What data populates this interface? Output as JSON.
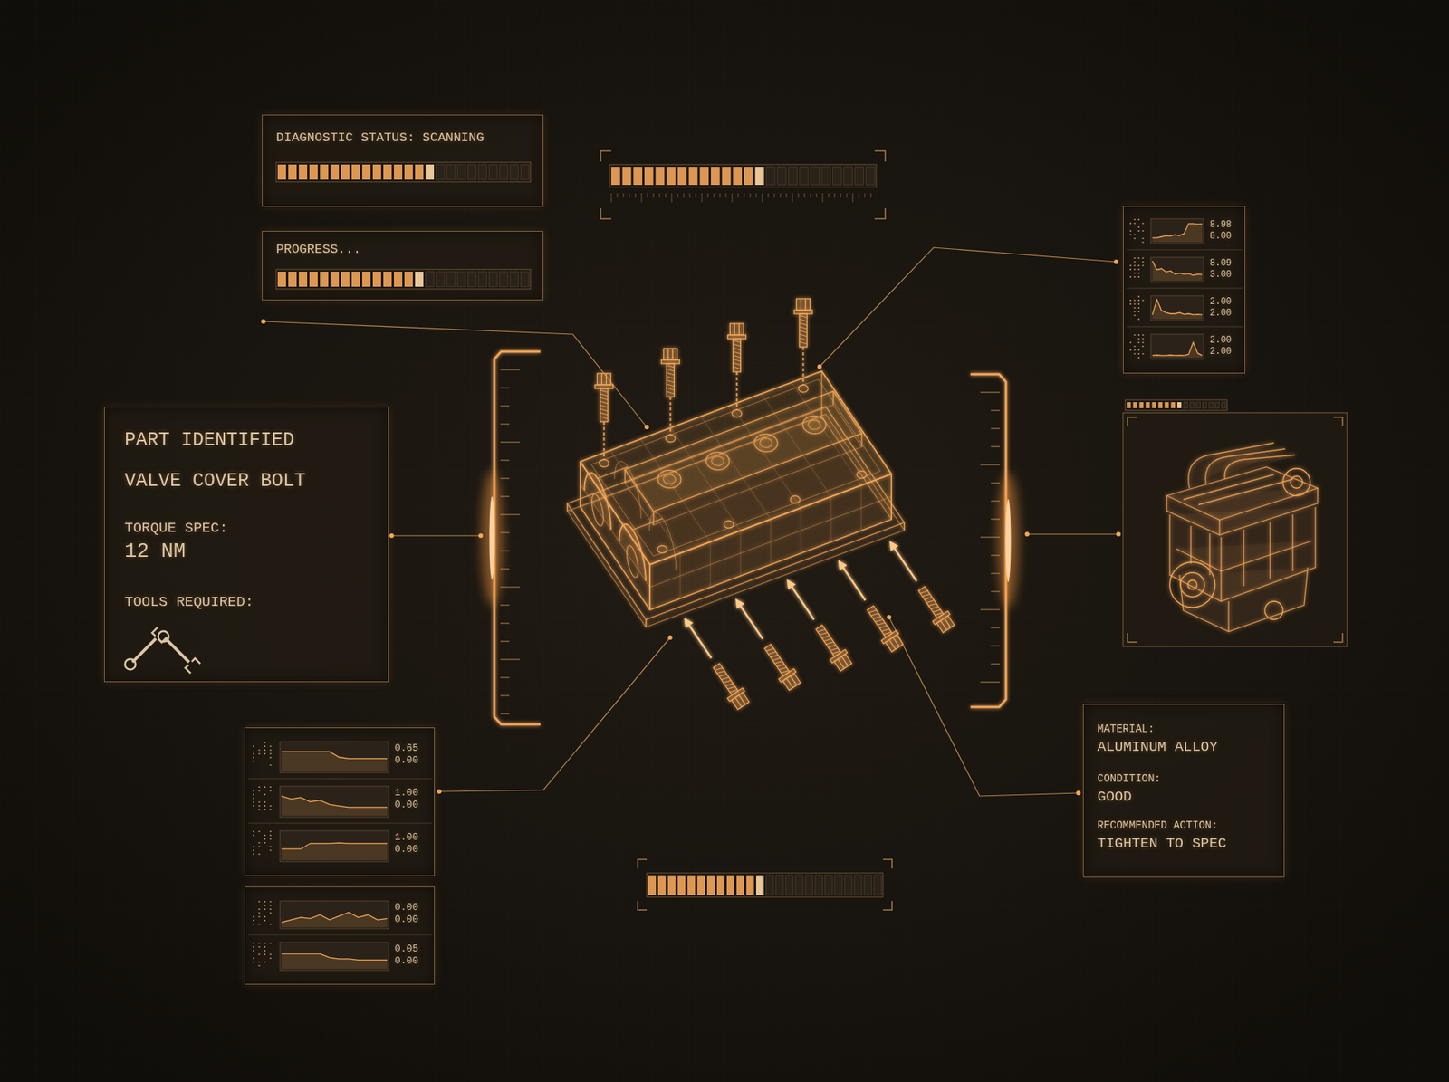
{
  "diagram": {
    "nodes": [
      {
        "text": [
          "DIAGNOSTIC STATUS: SCANNING"
        ]
      },
      {
        "text": [
          "PROGRESS..."
        ]
      },
      {
        "text": [
          "8.98",
          "8.00",
          "8.09",
          "3.00",
          "2.00",
          "2.00",
          "2.00",
          "2.00"
        ]
      },
      {
        "text": [
          "PART IDENTIFIED",
          "VALVE COVER BOLT",
          "TORQUE SPEC:",
          "12 NM",
          "TOOLS REQUIRED:"
        ]
      },
      {
        "text": [
          "MATERIAL:",
          "ALUMINUM ALLOY",
          "CONDITION:",
          "GOOD",
          "RECOMMENDED ACTION:",
          "TIGHTEN TO SPEC"
        ]
      },
      {
        "text": [
          "0.65",
          "0.00",
          "1.00",
          "0.00",
          "1.00",
          "0.00"
        ]
      },
      {
        "text": [
          "0.00",
          "0.00",
          "0.05",
          "0.00"
        ]
      }
    ]
  }
}
